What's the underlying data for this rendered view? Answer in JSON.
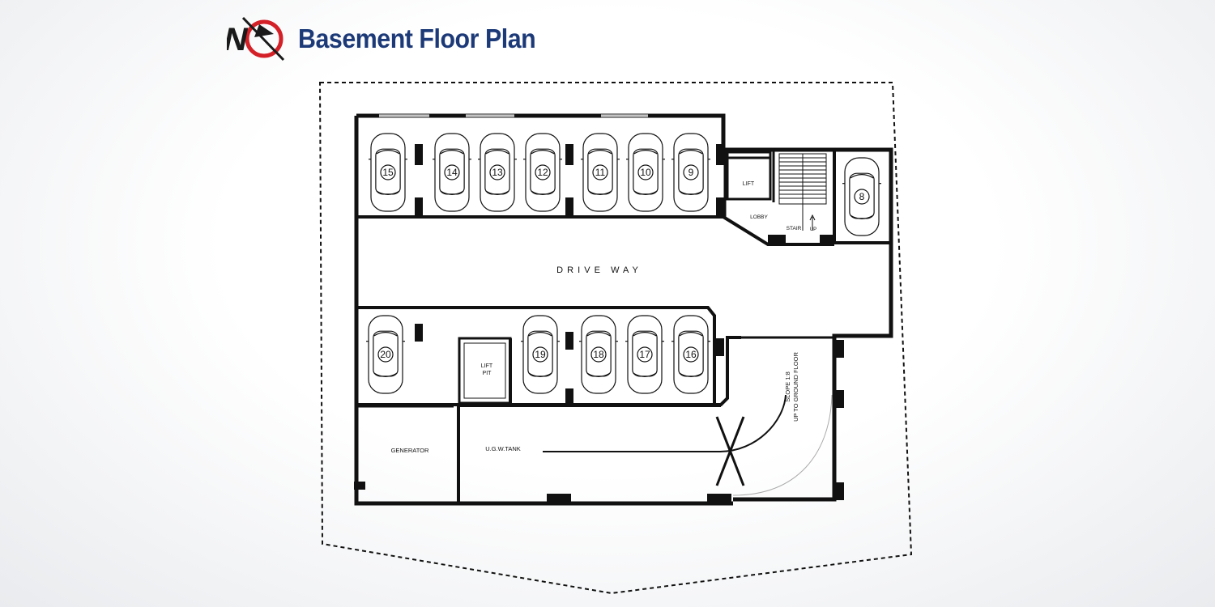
{
  "header": {
    "title": "Basement Floor Plan",
    "north_marker": "N",
    "north_icon": "north-arrow-icon",
    "accent_color": "#1d3a78",
    "marker_color": "#d42027"
  },
  "plan": {
    "driveway_label": "D R I V E   W A Y",
    "lift_label": "LIFT",
    "lobby_label": "LOBBY",
    "stair_label": "STAIR",
    "up_label": "UP",
    "lift_pit_label": [
      "LIFT",
      "PIT"
    ],
    "generator_label": "GENERATOR",
    "ugw_tank_label": "U.G.W.TANK",
    "slope_label": [
      "SLOPE 1:8",
      "UP TO GROUND FLOOR"
    ],
    "car_icon": "car-icon",
    "parking_top": [
      "15",
      "14",
      "13",
      "12",
      "11",
      "10",
      "9"
    ],
    "parking_right": [
      "8"
    ],
    "parking_bottom": [
      "20",
      "19",
      "18",
      "17",
      "16"
    ]
  }
}
